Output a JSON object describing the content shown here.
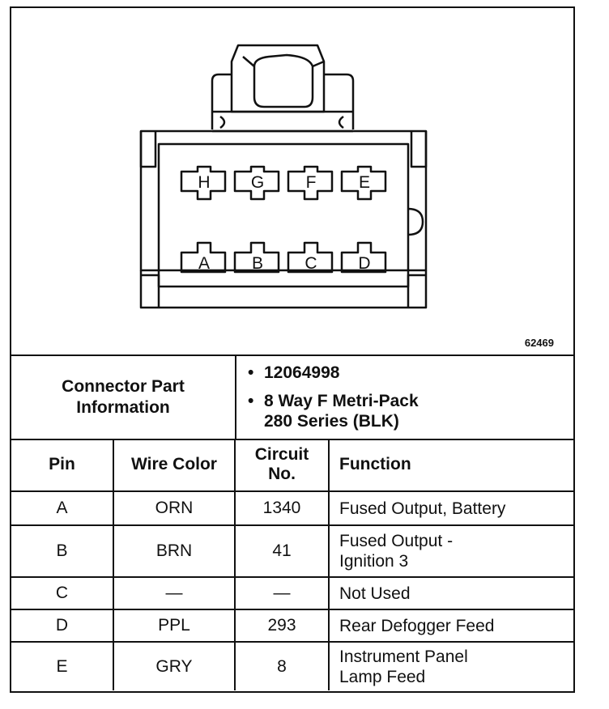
{
  "figure": {
    "number": "62469"
  },
  "connector": {
    "pins_top": [
      "H",
      "G",
      "F",
      "E"
    ],
    "pins_bottom": [
      "A",
      "B",
      "C",
      "D"
    ]
  },
  "info": {
    "title_line1": "Connector Part",
    "title_line2": "Information",
    "bullet": "•",
    "items": [
      {
        "line1": "12064998",
        "line2": ""
      },
      {
        "line1": "8 Way F Metri-Pack",
        "line2": "280 Series (BLK)"
      }
    ]
  },
  "table": {
    "headers": {
      "pin": "Pin",
      "wire_color": "Wire Color",
      "circuit_line1": "Circuit",
      "circuit_line2": "No.",
      "function": "Function"
    },
    "rows": [
      {
        "pin": "A",
        "wire_color": "ORN",
        "circuit": "1340",
        "function_line1": "Fused Output, Battery",
        "function_line2": ""
      },
      {
        "pin": "B",
        "wire_color": "BRN",
        "circuit": "41",
        "function_line1": "Fused Output -",
        "function_line2": "Ignition 3"
      },
      {
        "pin": "C",
        "wire_color": "—",
        "circuit": "—",
        "function_line1": "Not Used",
        "function_line2": ""
      },
      {
        "pin": "D",
        "wire_color": "PPL",
        "circuit": "293",
        "function_line1": "Rear Defogger Feed",
        "function_line2": ""
      },
      {
        "pin": "E",
        "wire_color": "GRY",
        "circuit": "8",
        "function_line1": "Instrument Panel",
        "function_line2": "Lamp Feed"
      }
    ]
  }
}
